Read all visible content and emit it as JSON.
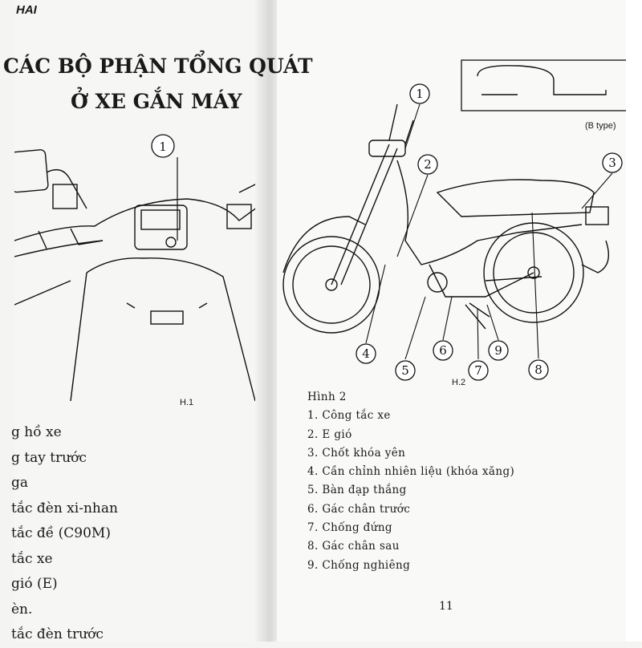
{
  "left_page": {
    "chapter_header": "HAI",
    "title_line1": "CÁC BỘ PHẬN TỔNG QUÁT",
    "title_line2": "Ở XE GẮN MÁY",
    "figure_label": "H.1",
    "callouts": [
      "1"
    ],
    "items": [
      "g hồ xe",
      "g tay trước",
      "ga",
      "tắc đèn xi-nhan",
      "tắc đề (C90M)",
      "tắc xe",
      "gió (E)",
      "èn.",
      "tắc đèn trước"
    ]
  },
  "right_page": {
    "inset_label": "(B type)",
    "figure_label": "H.2",
    "callouts": [
      "1",
      "2",
      "3",
      "4",
      "5",
      "6",
      "7",
      "8",
      "9"
    ],
    "caption_title": "Hình 2",
    "items": [
      "1. Công tắc xe",
      "2. E gió",
      "3. Chốt khóa yên",
      "4. Cần chỉnh nhiên liệu (khóa xăng)",
      "5. Bàn đạp thắng",
      "6. Gác chân trước",
      "7. Chống đứng",
      "8. Gác chân sau",
      "9. Chống nghiêng"
    ],
    "page_number": "11"
  }
}
